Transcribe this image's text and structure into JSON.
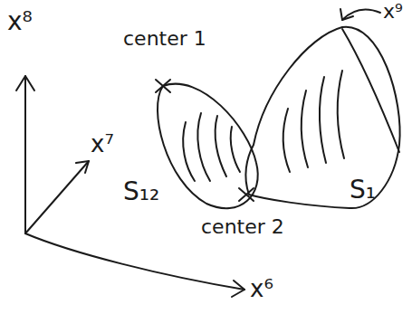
{
  "diagram": {
    "labels": [
      "x⁸",
      "x⁷",
      "x⁶",
      "x⁹",
      "center 1",
      "center 2",
      "S₁₂",
      "S₁"
    ]
  }
}
